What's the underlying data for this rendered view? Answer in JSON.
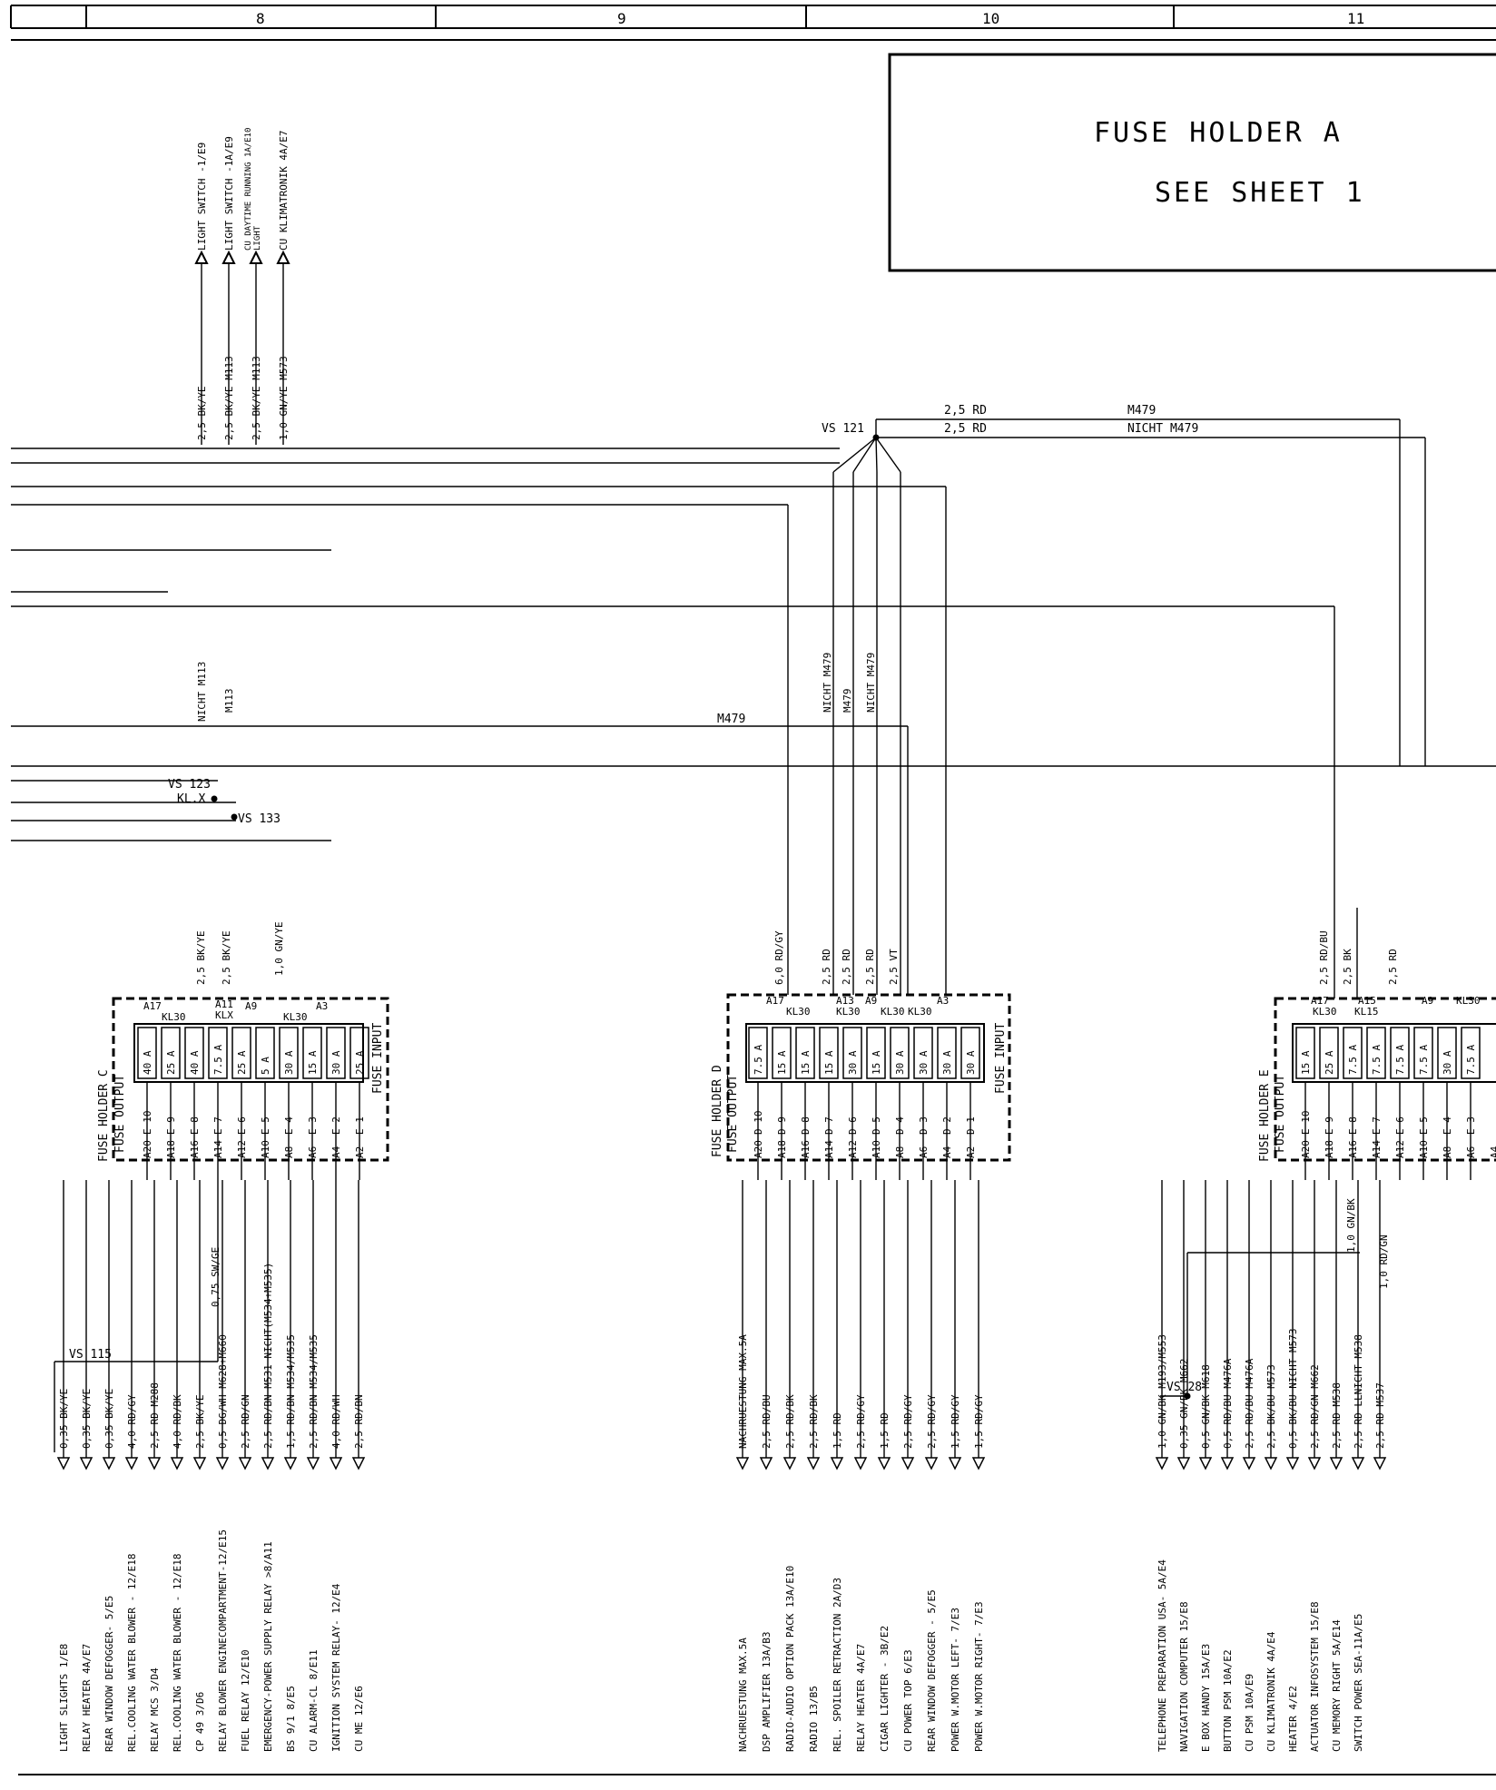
{
  "columns": [
    "8",
    "9",
    "10",
    "11"
  ],
  "title_box": {
    "line1": "FUSE HOLDER A",
    "line2": "SEE SHEET 1"
  },
  "top_connectors": [
    {
      "label": "LIGHT SWITCH  -1/E9",
      "wire": "2,5 BK/YE"
    },
    {
      "label": "LIGHT SWITCH  -1A/E9",
      "wire": "2,5 BK/YE M113"
    },
    {
      "label": "CU DAYTIME RUNNING 1A/E10",
      "wire": "2,5 BK/YE M113"
    },
    {
      "label": "LIGHT",
      "wire": ""
    },
    {
      "label": "CU KLIMATRONIK  4A/E7",
      "wire": "1,0 GN/YE M573"
    }
  ],
  "splices": {
    "vs121": "VS 121",
    "vs123": "VS 123",
    "klx": "KL.X",
    "vs133": "VS 133",
    "vs115": "VS 115",
    "vs28": "VS 28"
  },
  "bus_labels": {
    "rd1": "2,5 RD",
    "rd2": "2,5 RD",
    "m479": "M479",
    "nicht_m479": "NICHT M479",
    "m479_mid": "M479",
    "nicht_m113": "NICHT M113",
    "m113": "M113",
    "nicht_m479_v1": "NICHT M479",
    "m479_v": "M479",
    "nicht_m479_v2": "NICHT M479"
  },
  "fuse_c": {
    "name": "FUSE HOLDER C",
    "output": "FUSE OUTPUT",
    "input": "FUSE INPUT",
    "top_pins": [
      "A17",
      "KL30",
      "A11",
      "KLX",
      "A9",
      "KL30",
      "A3"
    ],
    "fuses": [
      "40 A",
      "25 A",
      "40 A",
      "7.5 A",
      "25 A",
      "5 A",
      "30 A",
      "15 A",
      "30 A",
      "25 A"
    ],
    "outputs": [
      "E 10",
      "E 9",
      "E 8",
      "E 7",
      "E 6",
      "E 5",
      "E 4",
      "E 3",
      "E 2",
      "E 1"
    ],
    "pins": [
      "A20",
      "A18",
      "A16",
      "A14",
      "A12",
      "A10",
      "A8",
      "A6",
      "A4",
      "A2"
    ],
    "in_wires": [
      "2,5 BK/YE",
      "2,5 BK/YE",
      "1,0 GN/YE"
    ],
    "wire_075": "0,75 SW/GE",
    "wires": [
      "0,35 BK/YE",
      "0,35 BK/YE",
      "0,35 BK/YE",
      "4,0 RD/GY",
      "2,5 RD  M288",
      "4,0 RD/BK",
      "2,5 BK/YE",
      "0,5 DG/WH M628+M660",
      "2,5 RD/GN",
      "2,5 RD/BN M531 NICHT(M534+M535)",
      "1,5 RD/BN M534/M535",
      "2,5 RD/BN M534/M535",
      "4,0 RD/WH",
      "2,5 RD/BN"
    ],
    "loads": [
      "LIGHT SLIGHTS 1/E8",
      "RELAY HEATER  4A/E7",
      "REAR WINDOW DEFOGGER- 5/E5",
      "REL.COOLING WATER BLOWER - 12/E18",
      "RELAY MCS   3/D4",
      "REL.COOLING WATER BLOWER - 12/E18",
      "CP 49    3/D6",
      "RELAY BLOWER ENGINECOMPARTMENT-12/E15",
      "FUEL RELAY 12/E10",
      "EMERGENCY-POWER SUPPLY RELAY >8/A11",
      "BS 9/1   8/E5",
      "CU ALARM-CL   8/E11",
      "IGNITION SYSTEM RELAY- 12/E4",
      "CU ME   12/E6"
    ]
  },
  "fuse_d": {
    "name": "FUSE HOLDER D",
    "output": "FUSE OUTPUT",
    "input": "FUSE INPUT",
    "top_pins": [
      "A17",
      "KL30",
      "A13",
      "KL30",
      "A9",
      "KL30",
      "KL30",
      "A3"
    ],
    "fuses": [
      "7.5 A",
      "15 A",
      "15 A",
      "15 A",
      "30 A",
      "15 A",
      "30 A",
      "30 A",
      "30 A",
      "30 A"
    ],
    "outputs": [
      "D 10",
      "D 9",
      "D 8",
      "D 7",
      "D 6",
      "D 5",
      "D 4",
      "D 3",
      "D 2",
      "D 1"
    ],
    "pins": [
      "A20",
      "A18",
      "A16",
      "A14",
      "A12",
      "A10",
      "A8",
      "A6",
      "A4",
      "A2"
    ],
    "in_wires": [
      "6,0 RD/GY",
      "2,5 RD",
      "2,5 RD",
      "2,5 RD",
      "2,5 VT"
    ],
    "wires": [
      "NACHRUESTUNG MAX.5A",
      "2,5 RD/BU",
      "2,5 RD/BK",
      "2,5 RD/BK",
      "1,5 RD",
      "2,5 RD/GY",
      "1,5 RD",
      "2,5 RD/GY",
      "2,5 RD/GY",
      "1,5 RD/GY",
      "1,5 RD/GY"
    ],
    "loads": [
      "NACHRUESTUNG MAX.5A",
      "DSP AMPLIFIER 13A/B3",
      "RADIO-AUDIO OPTION PACK 13A/E10",
      "RADIO  13/B5",
      "REL. SPOILER RETRACTION 2A/D3",
      "RELAY HEATER 4A/E7",
      "CIGAR LIGHTER - 3B/E2",
      "CU POWER TOP  6/E3",
      "REAR WINDOW DEFOGGER - 5/E5",
      "POWER W.MOTOR LEFT- 7/E3",
      "POWER W.MOTOR RIGHT- 7/E3"
    ]
  },
  "fuse_e": {
    "name": "FUSE HOLDER E",
    "output": "FUSE OUTPUT",
    "top_pins": [
      "A17",
      "KL30",
      "A15",
      "KL15",
      "A9",
      "KL30"
    ],
    "fuses": [
      "15 A",
      "25 A",
      "7.5 A",
      "7.5 A",
      "7.5 A",
      "7.5 A",
      "30 A",
      "7.5 A"
    ],
    "outputs": [
      "E 10",
      "E 9",
      "E 8",
      "E 7",
      "E 6",
      "E 5",
      "E 4",
      "E 3"
    ],
    "pins": [
      "A20",
      "A18",
      "A16",
      "A14",
      "A12",
      "A10",
      "A8",
      "A6",
      "A4"
    ],
    "in_wires": [
      "2,5 RD/BU",
      "2,5 BK",
      "2,5 RD"
    ],
    "wire_gnbk": "1,0 GN/BK",
    "wire_rdgn": "1,0 RD/GN",
    "wires": [
      "1,0 GN/BK  M193/M553",
      "0,35 GN/BK M662",
      "0,5 GN/BK  M618",
      "0,5 RD/BU  M476A",
      "2,5 RD/BU  M476A",
      "2,5 BK/BU  M573",
      "0,5 BK/BU  NICHT M573",
      "2,5 RD/GN  M662",
      "2,5 RD  M538",
      "2,5 RD LLNICHT M538",
      "2,5 RD  M537"
    ],
    "loads": [
      "TELEPHONE PREPARATION USA- 5A/E4",
      "NAVIGATION COMPUTER 15/E8",
      "E BOX HANDY 15A/E3",
      "BUTTON PSM 10A/E2",
      "CU PSM  10A/E9",
      "CU KLIMATRONIK  4A/E4",
      "HEATER   4/E2",
      "ACTUATOR INFOSYSTEM 15/E8",
      "CU MEMORY RIGHT  5A/E14",
      "SWITCH POWER SEA-11A/E5"
    ]
  }
}
